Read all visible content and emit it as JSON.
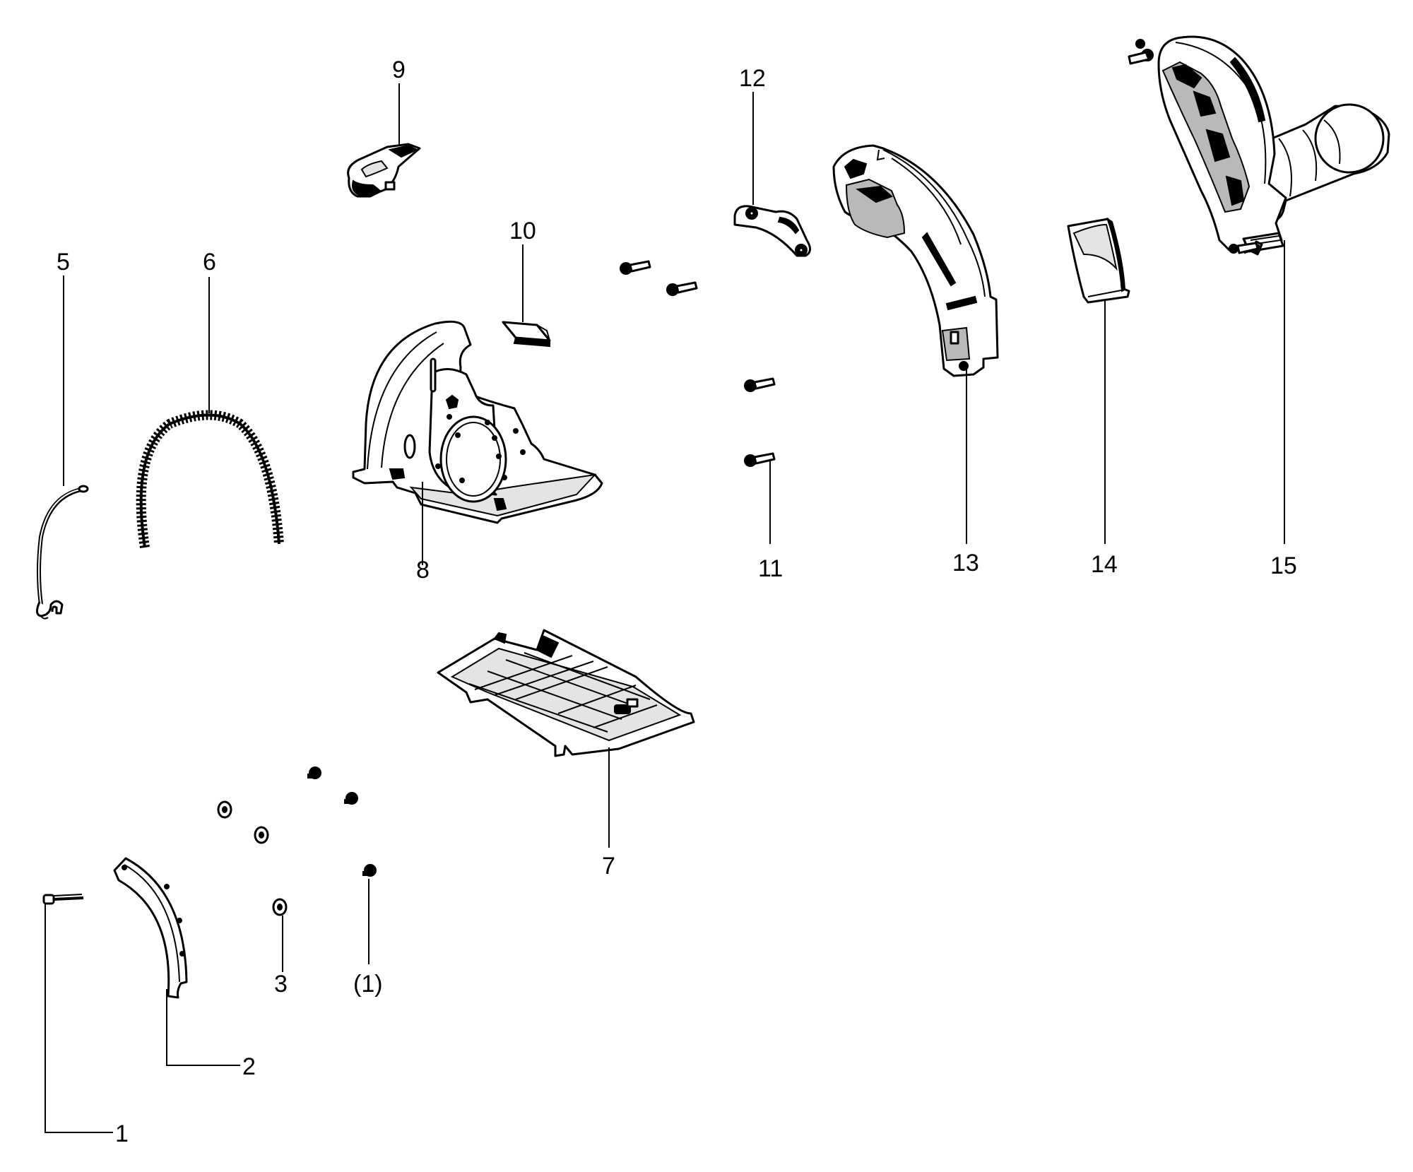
{
  "diagram": {
    "callouts": [
      {
        "id": "1",
        "label": "1"
      },
      {
        "id": "2",
        "label": "2"
      },
      {
        "id": "3",
        "label": "3"
      },
      {
        "id": "1b",
        "label": "(1)"
      },
      {
        "id": "5",
        "label": "5"
      },
      {
        "id": "6",
        "label": "6"
      },
      {
        "id": "7",
        "label": "7"
      },
      {
        "id": "8",
        "label": "8"
      },
      {
        "id": "9",
        "label": "9"
      },
      {
        "id": "10",
        "label": "10"
      },
      {
        "id": "11",
        "label": "11"
      },
      {
        "id": "12",
        "label": "12"
      },
      {
        "id": "13",
        "label": "13"
      },
      {
        "id": "14",
        "label": "14"
      },
      {
        "id": "15",
        "label": "15"
      }
    ]
  }
}
